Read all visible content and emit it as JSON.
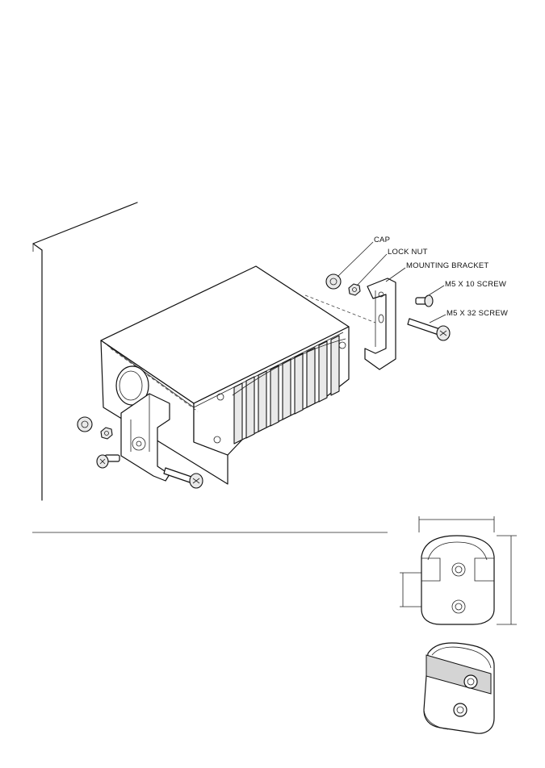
{
  "diagram": {
    "callouts": {
      "cap": "CAP",
      "lock_nut": "LOCK NUT",
      "mounting_bracket": "MOUNTING BRACKET",
      "screw_m5x10": "M5 X 10 SCREW",
      "screw_m5x32": "M5 X 32 SCREW"
    }
  }
}
